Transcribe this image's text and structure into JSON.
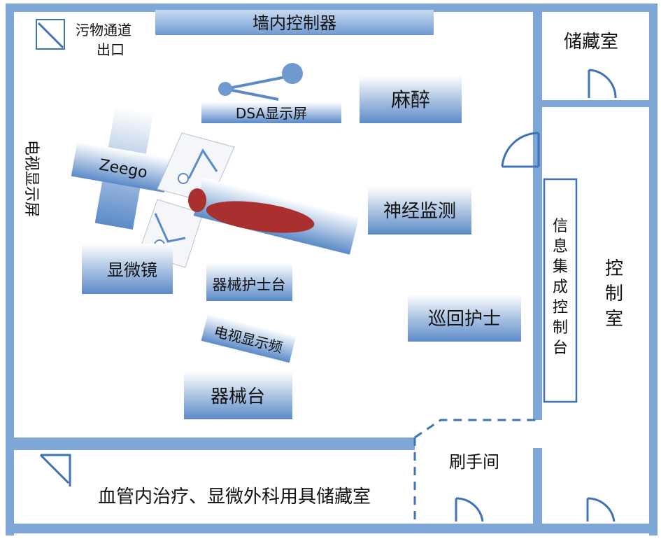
{
  "labels": {
    "wall_controller": "墙内控制器",
    "waste_exit_line1": "污物通道",
    "waste_exit_line2": "出口",
    "storage_room": "储藏室",
    "anesthesia": "麻醉",
    "dsa_screen": "DSA显示屏",
    "zeego": "Zeego",
    "tv_screen_left": "电视显示屏",
    "neuro_monitoring": "神经监测",
    "microscope": "显微镜",
    "instrument_nurse_station": "器械护士台",
    "tv_display_angled": "电视显示频",
    "circulating_nurse": "巡回护士",
    "instrument_table": "器械台",
    "info_console": [
      "信",
      "息",
      "集",
      "成",
      "控",
      "制",
      "台"
    ],
    "control_room": [
      "控",
      "制",
      "室"
    ],
    "scrub_room": "刷手间",
    "bottom_storage": "血管内治疗、显微外科用具储藏室"
  },
  "colors": {
    "wall": "#7ea7d8",
    "box_dark": "#5b8ac8",
    "patient": "#a9302e"
  }
}
